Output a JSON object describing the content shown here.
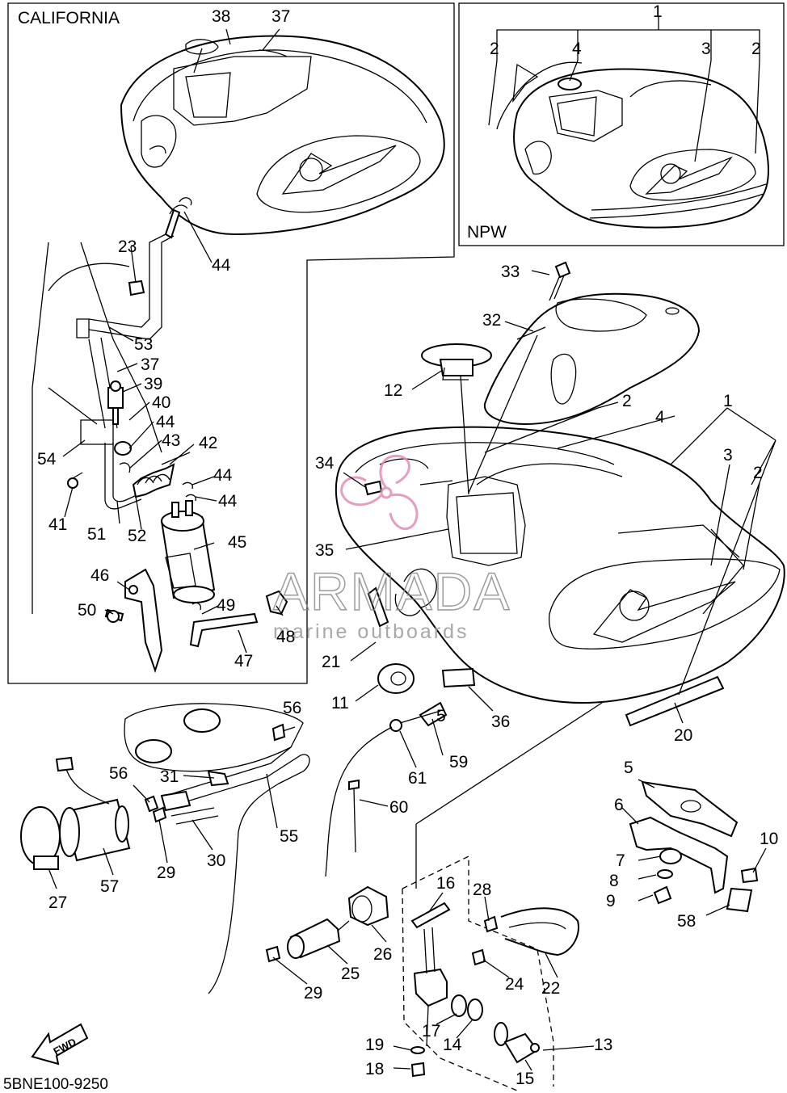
{
  "panels": {
    "california": "CALIFORNIA",
    "npw": "NPW"
  },
  "diagram_code": "5BNE100-9250",
  "fwd": "FWD",
  "watermark": {
    "brand": "ARMADA",
    "tagline": "marine outboards",
    "color": "#e48bb6"
  },
  "callouts": {
    "c1": "1",
    "c2": "2",
    "c3": "3",
    "c4": "4",
    "c5": "5",
    "c6": "6",
    "c7": "7",
    "c8": "8",
    "c9": "9",
    "c10": "10",
    "c11": "11",
    "c12": "12",
    "c13": "13",
    "c14": "14",
    "c15": "15",
    "c16": "16",
    "c17": "17",
    "c18": "18",
    "c19": "19",
    "c20": "20",
    "c21": "21",
    "c22": "22",
    "c23": "23",
    "c24": "24",
    "c25": "25",
    "c26": "26",
    "c27": "27",
    "c28": "28",
    "c29": "29",
    "c30": "30",
    "c31": "31",
    "c32": "32",
    "c33": "33",
    "c34": "34",
    "c35": "35",
    "c36": "36",
    "c37": "37",
    "c38": "38",
    "c39": "39",
    "c40": "40",
    "c41": "41",
    "c42": "42",
    "c43": "43",
    "c44": "44",
    "c45": "45",
    "c46": "46",
    "c47": "47",
    "c48": "48",
    "c49": "49",
    "c50": "50",
    "c51": "51",
    "c52": "52",
    "c53": "53",
    "c54": "54",
    "c55": "55",
    "c56": "56",
    "c57": "57",
    "c58": "58",
    "c59": "59",
    "c60": "60",
    "c61": "61"
  }
}
